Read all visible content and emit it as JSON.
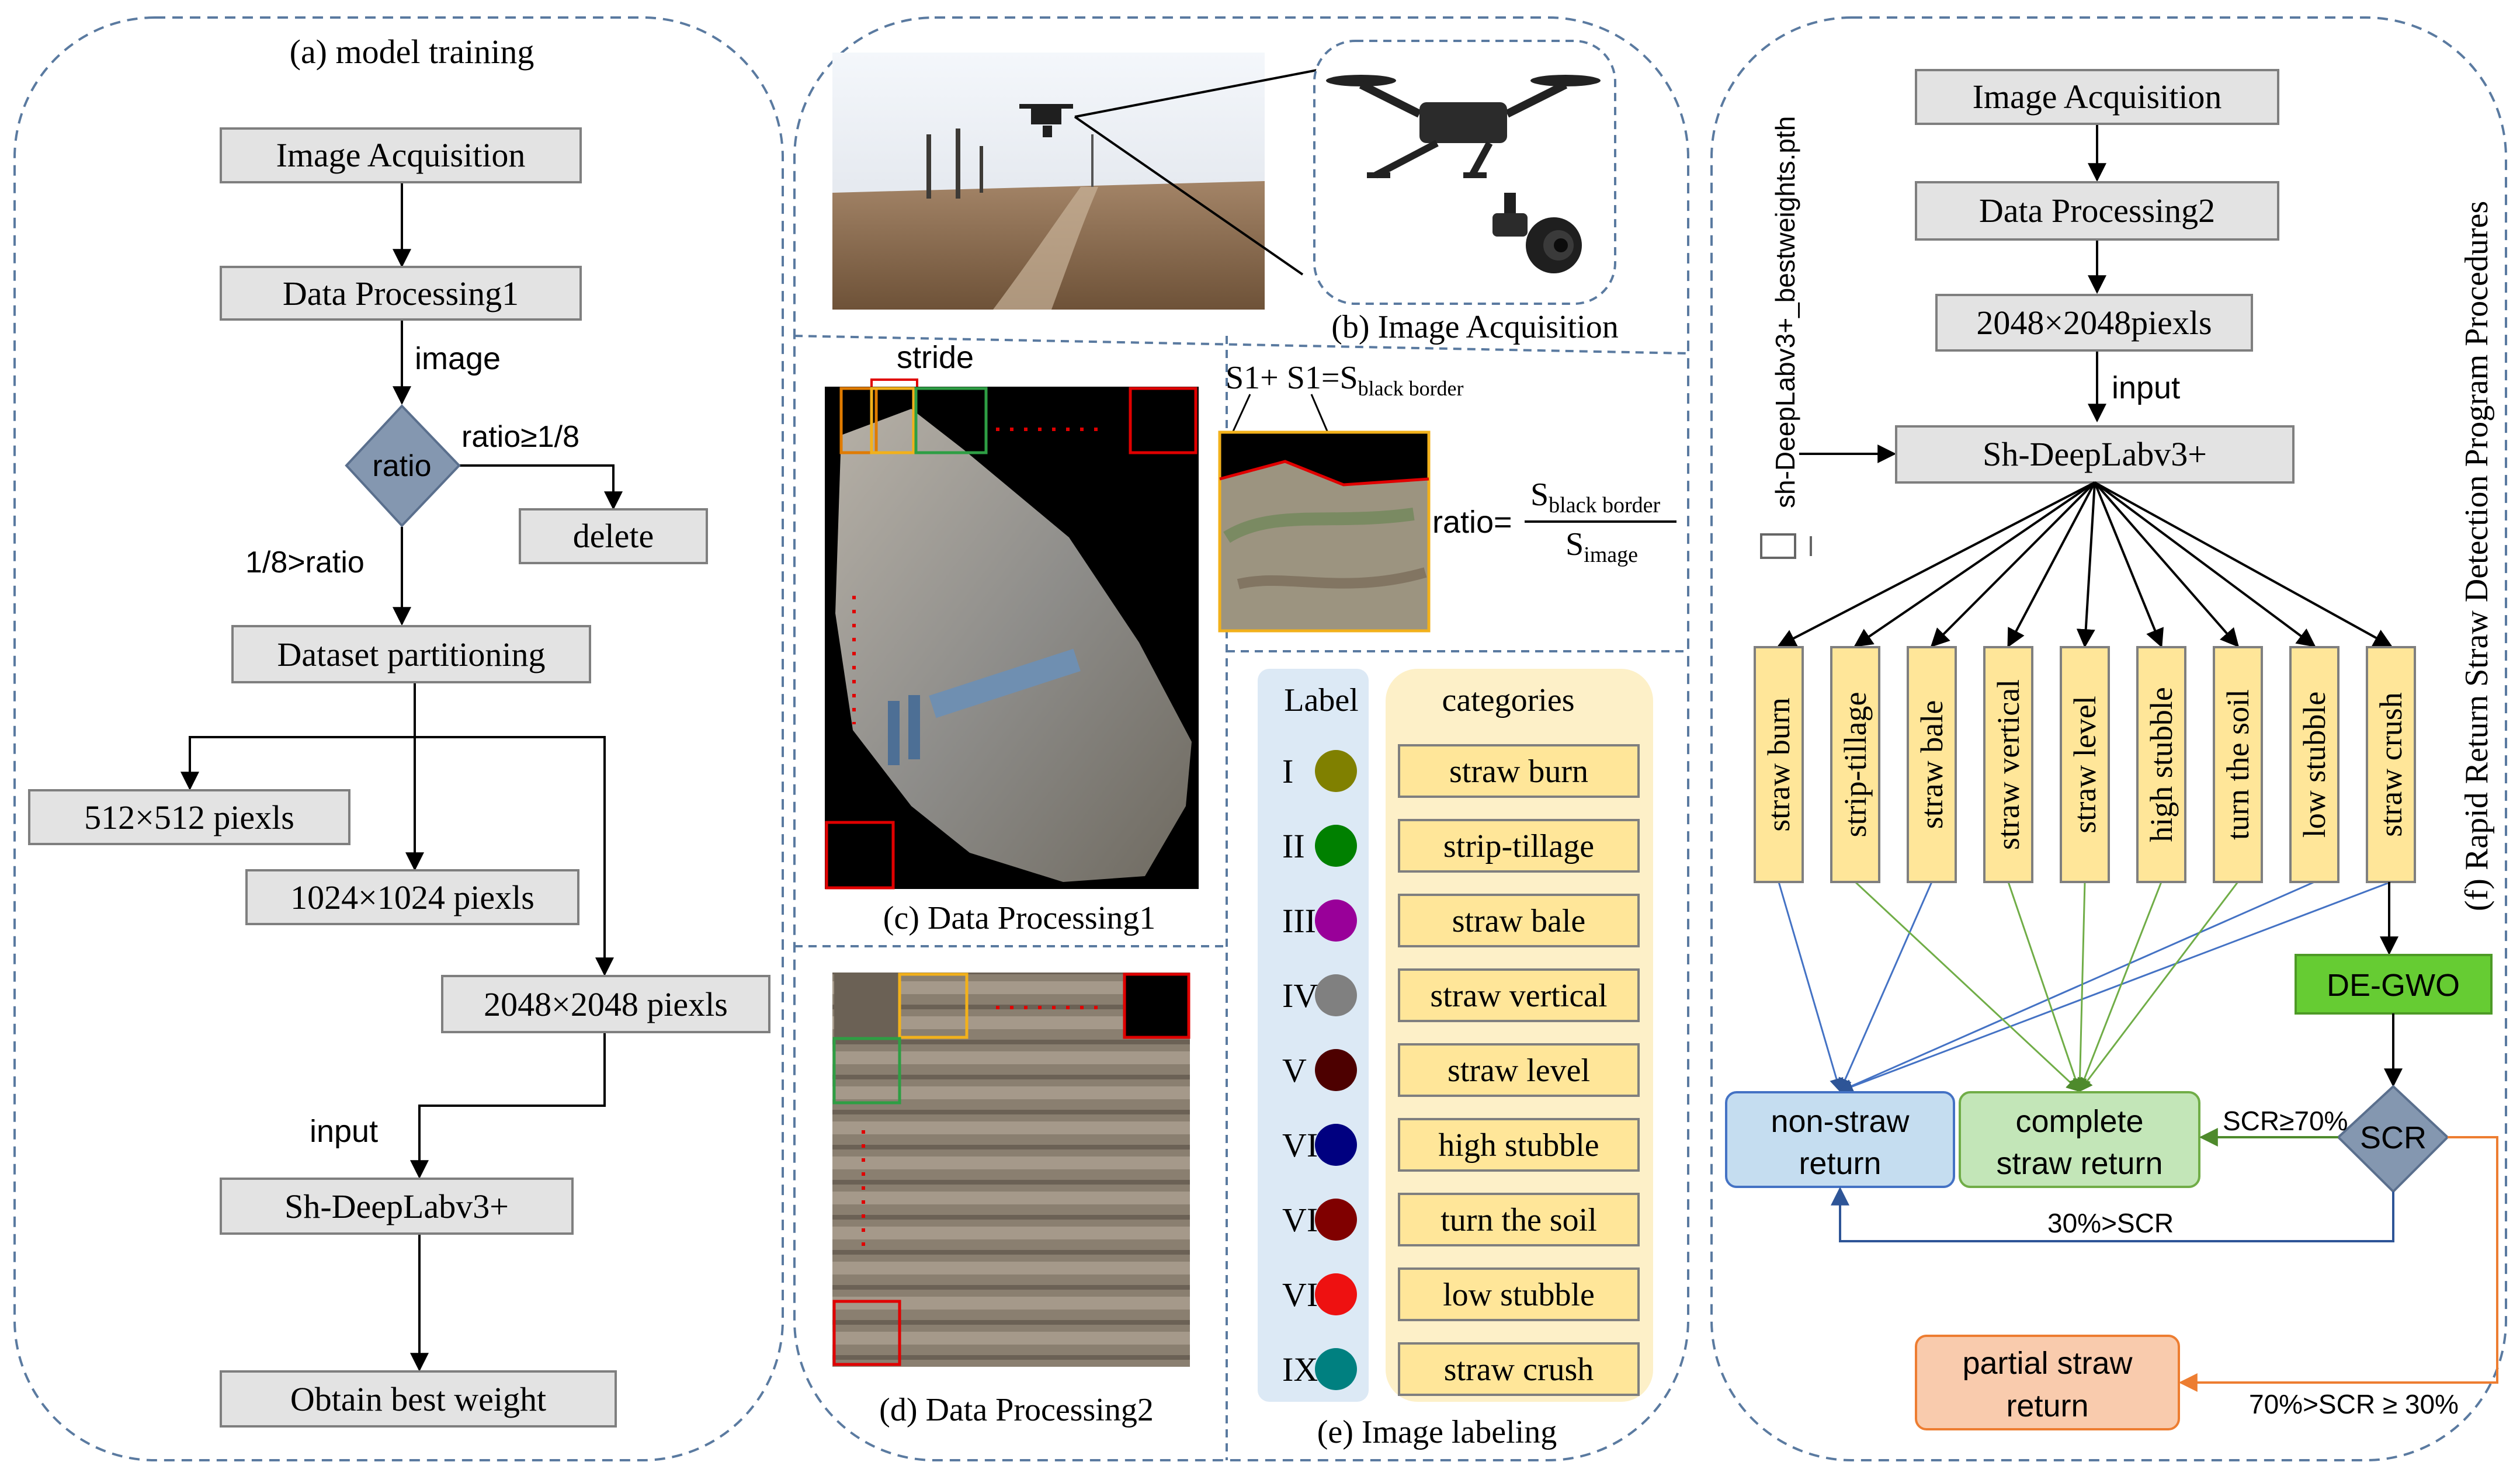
{
  "panel_a": {
    "title": "(a) model training",
    "image_acquisition": "Image Acquisition",
    "data_processing1": "Data Processing1",
    "image_label": "image",
    "ratio": "ratio",
    "ratio_ge": "ratio≥1/8",
    "delete": "delete",
    "ratio_lt": "1/8>ratio",
    "dataset_partitioning": "Dataset partitioning",
    "size_512": "512×512 piexls",
    "size_1024": "1024×1024 piexls",
    "size_2048": "2048×2048 piexls",
    "input_label": "input",
    "model": "Sh-DeepLabv3+",
    "obtain_weight": "Obtain best weight"
  },
  "panel_b": {
    "caption": "(b) Image Acquisition"
  },
  "panel_c": {
    "caption": "(c) Data Processing1",
    "stride": "stride",
    "formula_top": "S1+ S1=S",
    "formula_top_sub": "black border",
    "ratio_eq": "ratio=",
    "numerator": "S",
    "numerator_sub": "black border",
    "denominator": "S",
    "denominator_sub": "image"
  },
  "panel_d": {
    "caption": "(d) Data Processing2"
  },
  "panel_e": {
    "caption": "(e) Image labeling",
    "label_header": "Label",
    "categories_header": "categories",
    "rows": [
      {
        "numeral": "I",
        "color": "#808000",
        "category": "straw burn"
      },
      {
        "numeral": "II",
        "color": "#008000",
        "category": "strip-tillage"
      },
      {
        "numeral": "III",
        "color": "#990099",
        "category": "straw bale"
      },
      {
        "numeral": "IV",
        "color": "#808080",
        "category": "straw vertical"
      },
      {
        "numeral": "V",
        "color": "#4d0000",
        "category": "straw level"
      },
      {
        "numeral": "VI",
        "color": "#000080",
        "category": "high stubble"
      },
      {
        "numeral": "VII",
        "color": "#800000",
        "category": "turn the soil"
      },
      {
        "numeral": "VIII",
        "color": "#ee1111",
        "category": "low stubble"
      },
      {
        "numeral": "IX",
        "color": "#008080",
        "category": "straw crush"
      }
    ]
  },
  "panel_f": {
    "title": "(f) Rapid Return Straw Detection Program Procedures",
    "weights_file": "sh-DeepLabv3+_bestweights.pth",
    "image_acquisition": "Image Acquisition",
    "data_processing2": "Data Processing2",
    "size_2048": "2048×2048piexls",
    "input_label": "input",
    "model": "Sh-DeepLabv3+",
    "categories": [
      "straw burn",
      "strip-tillage",
      "straw bale",
      "straw vertical",
      "straw level",
      "high stubble",
      "turn the soil",
      "low stubble",
      "straw crush"
    ],
    "optimizer": "DE-GWO",
    "scr": "SCR",
    "non_straw_line1": "non-straw",
    "non_straw_line2": "return",
    "complete_line1": "complete",
    "complete_line2": "straw return",
    "partial_line1": "partial straw",
    "partial_line2": "return",
    "cond_high": "SCR≥70%",
    "cond_low": "30%>SCR",
    "cond_mid": "70%>SCR ≥ 30%"
  },
  "colors": {
    "gray_box": "#e3e3e3",
    "yellow_box": "#ffe699",
    "green_box": "#66cc33",
    "blue_box": "#c5ddf0",
    "light_green_box": "#c3e6b8",
    "orange_box": "#f9cbad",
    "diamond": "#8497b0",
    "dash": "#5a7aa0",
    "blue_line": "#4472c4",
    "green_line": "#70ad47",
    "orange_line": "#ed7d31"
  }
}
